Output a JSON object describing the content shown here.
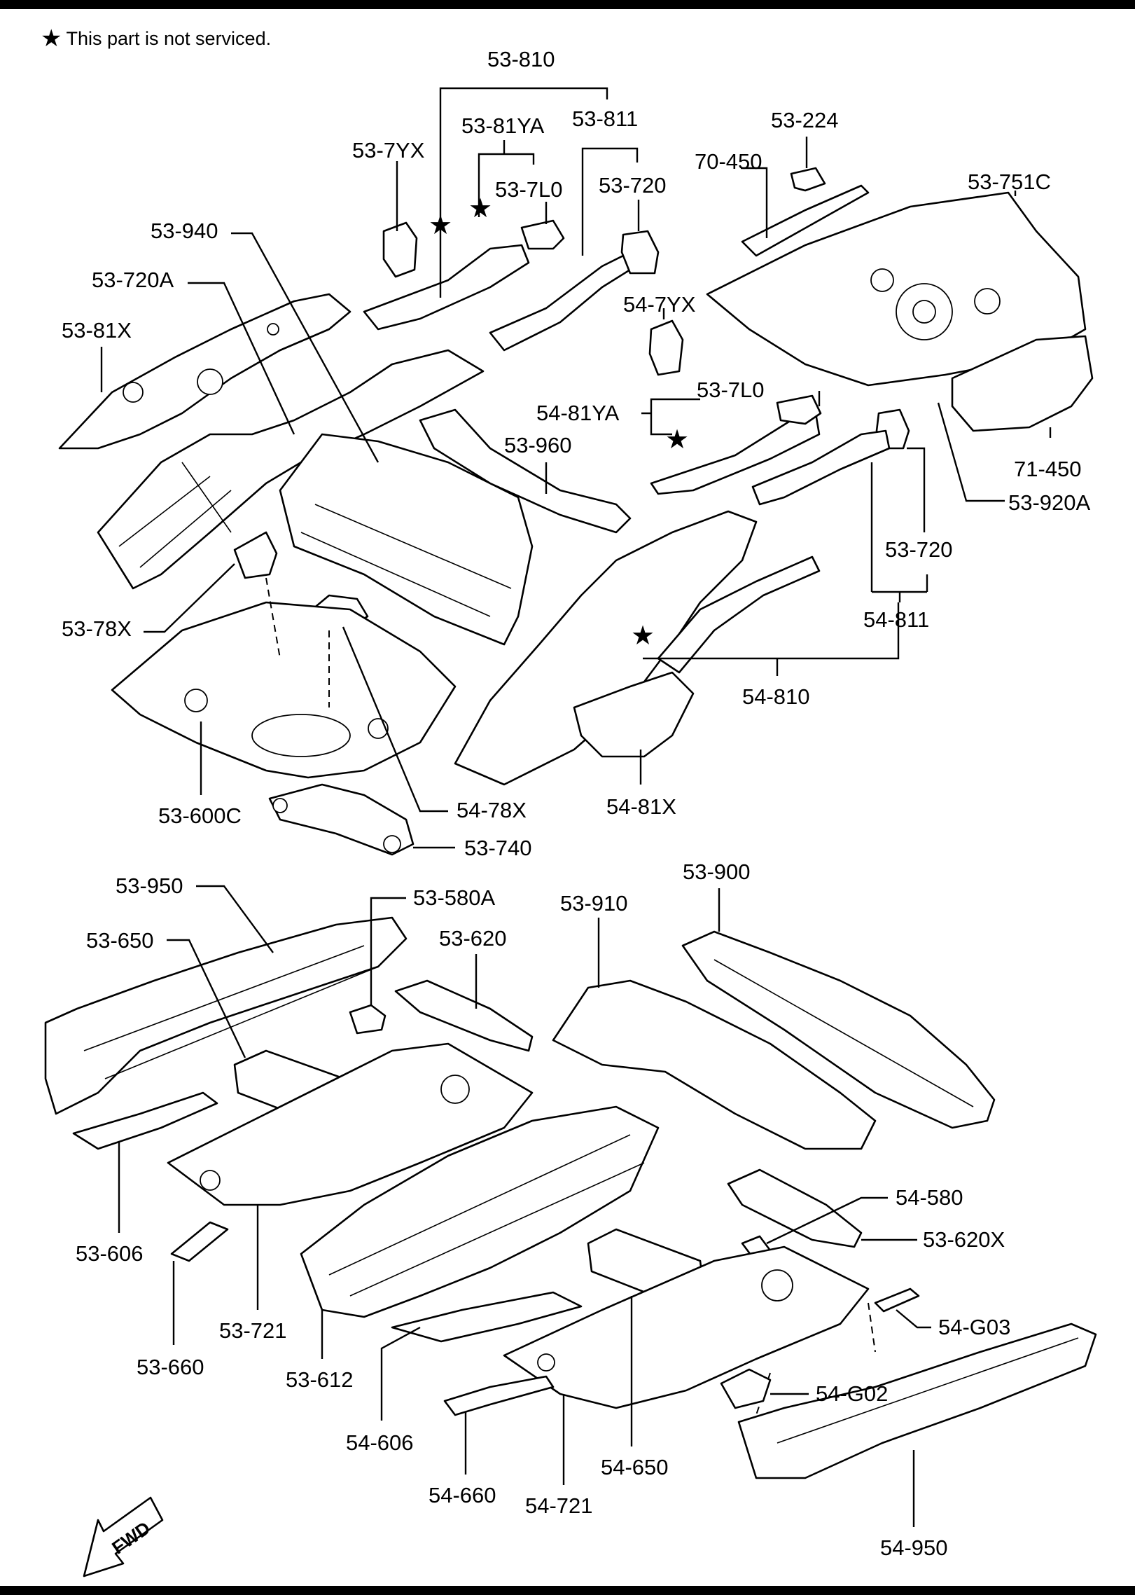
{
  "note": {
    "star_symbol": "★",
    "text": "This part is not serviced."
  },
  "fwd_arrow": {
    "label": "FWD"
  },
  "callouts": {
    "c53_810": "53-810",
    "c53_811": "53-811",
    "c53_81YA": "53-81YA",
    "c53_7YX": "53-7YX",
    "c53_7L0_top": "53-7L0",
    "c53_720_top": "53-720",
    "c53_224": "53-224",
    "c70_450": "70-450",
    "c53_751C": "53-751C",
    "c53_940": "53-940",
    "c53_720A": "53-720A",
    "c53_81X": "53-81X",
    "c54_7YX": "54-7YX",
    "c53_7L0_mid": "53-7L0",
    "c54_81YA": "54-81YA",
    "c53_960": "53-960",
    "c71_450": "71-450",
    "c53_920A": "53-920A",
    "c53_720_mid": "53-720",
    "c54_811": "54-811",
    "c53_78X": "53-78X",
    "c54_810": "54-810",
    "c53_600C": "53-600C",
    "c54_78X": "54-78X",
    "c54_81X": "54-81X",
    "c53_740": "53-740",
    "c53_950": "53-950",
    "c53_580A": "53-580A",
    "c53_910": "53-910",
    "c53_900": "53-900",
    "c53_650": "53-650",
    "c53_620": "53-620",
    "c54_580": "54-580",
    "c53_620X": "53-620X",
    "c53_606": "53-606",
    "c54_G03": "54-G03",
    "c53_721": "53-721",
    "c53_660": "53-660",
    "c53_612": "53-612",
    "c54_G02": "54-G02",
    "c54_606": "54-606",
    "c54_650": "54-650",
    "c54_660": "54-660",
    "c54_721": "54-721",
    "c54_950": "54-950"
  }
}
